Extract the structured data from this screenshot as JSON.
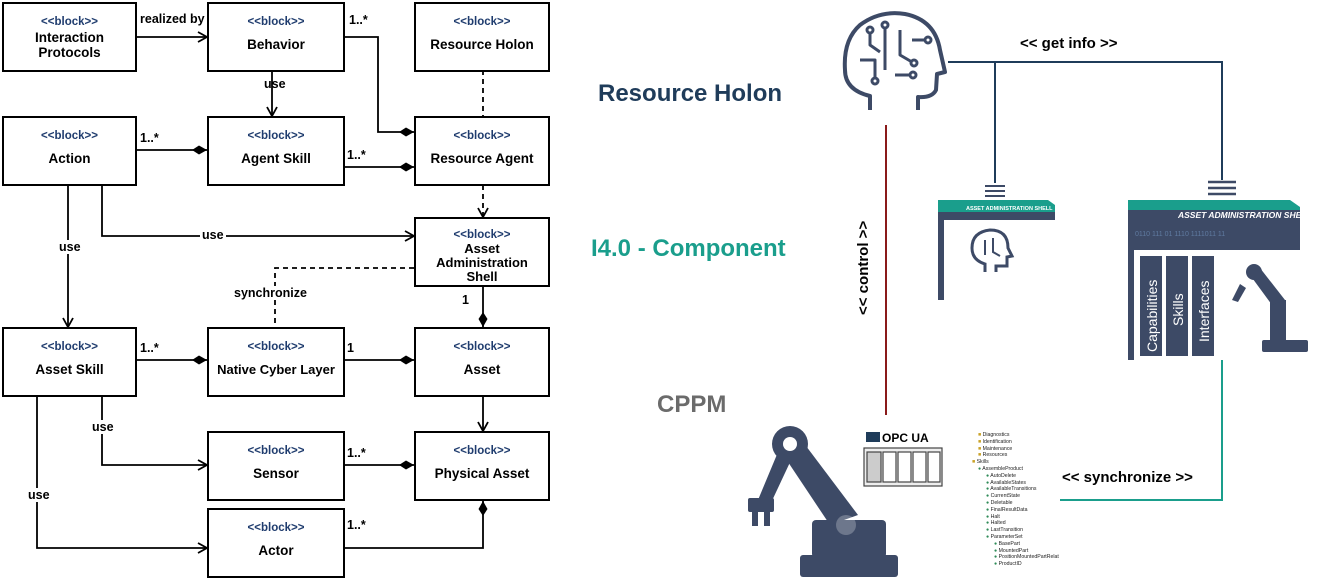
{
  "stereotype": "<<block>>",
  "blocks": {
    "interaction_protocols": "Interaction Protocols",
    "behavior": "Behavior",
    "resource_holon": "Resource Holon",
    "action": "Action",
    "agent_skill": "Agent Skill",
    "resource_agent": "Resource Agent",
    "asset_admin_shell": "Asset Administration Shell",
    "asset_skill": "Asset Skill",
    "native_cyber_layer": "Native Cyber Layer",
    "asset": "Asset",
    "sensor": "Sensor",
    "physical_asset": "Physical Asset",
    "actor": "Actor"
  },
  "edge_labels": {
    "realized_by": "realized by",
    "use": "use",
    "synchronize": "synchronize",
    "many": "1..*",
    "one": "1"
  },
  "right": {
    "resource_holon": "Resource Holon",
    "i40_component": "I4.0 - Component",
    "cppm": "CPPM",
    "get_info": "<< get info >>",
    "control": "<< control >>",
    "synchronize": "<< synchronize >>",
    "aas_small": "ASSET ADMINISTRATION SHELL",
    "aas_large": "ASSET ADMINISTRATION SHELL",
    "tabs": [
      "Capabilities",
      "Skills",
      "Interfaces"
    ],
    "opcua": "OPC UA",
    "tree_items": [
      "Diagnostics",
      "Identification",
      "Maintenance",
      "Resources",
      "Skills",
      "AssembleProduct",
      "AutoDelete",
      "AvailableStates",
      "AvailableTransitions",
      "CurrentState",
      "Deletable",
      "FinalResultData",
      "Halt",
      "Halted",
      "LastTransition",
      "ParameterSet",
      "BasePart",
      "MountedPart",
      "PositionMountedPartRelat",
      "ProductID"
    ]
  },
  "colors": {
    "navy": "#1f3c5a",
    "teal": "#1a9e8c",
    "gray": "#6b6b6b",
    "darkred": "#8a1a1a",
    "robot": "#3d4a66"
  }
}
